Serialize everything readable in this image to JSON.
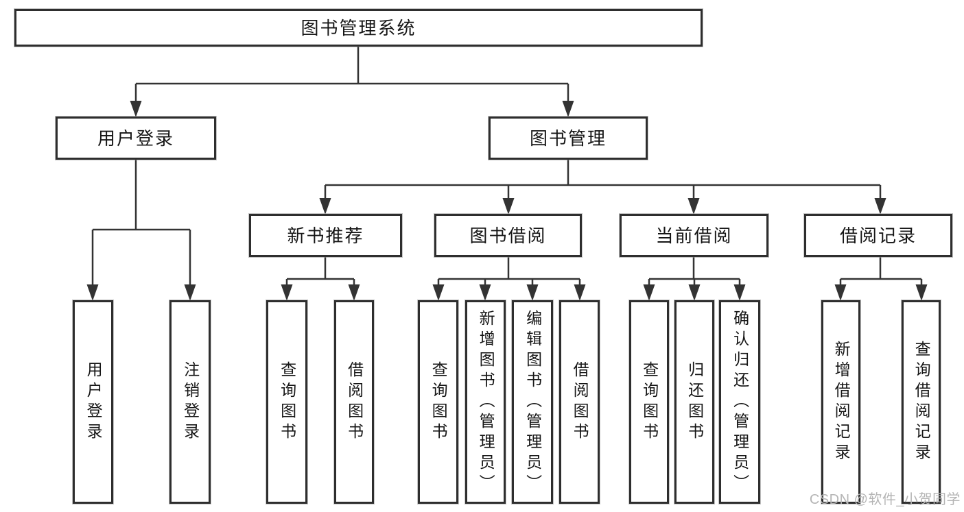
{
  "diagram_title": "图书管理系统",
  "nodes": {
    "root": "图书管理系统",
    "user_login": "用户登录",
    "book_mgmt": "图书管理",
    "new_books": "新书推荐",
    "book_borrow": "图书借阅",
    "current_borrow": "当前借阅",
    "borrow_records": "借阅记录"
  },
  "leaves": {
    "user_login": [
      "用户登录",
      "注销登录"
    ],
    "new_books": [
      "查询图书",
      "借阅图书"
    ],
    "book_borrow": [
      "查询图书",
      "新增图书（管理员）",
      "编辑图书（管理员）",
      "借阅图书"
    ],
    "current_borrow": [
      "查询图书",
      "归还图书",
      "确认归还（管理员）"
    ],
    "borrow_records": [
      "新增借阅记录",
      "查询借阅记录"
    ]
  },
  "watermark": "CSDN @软件_小贺同学",
  "colors": {
    "line": "#333333",
    "box_border": "#2e2e2e",
    "text": "#161616",
    "watermark": "#b5b5b5",
    "background": "#ffffff"
  }
}
